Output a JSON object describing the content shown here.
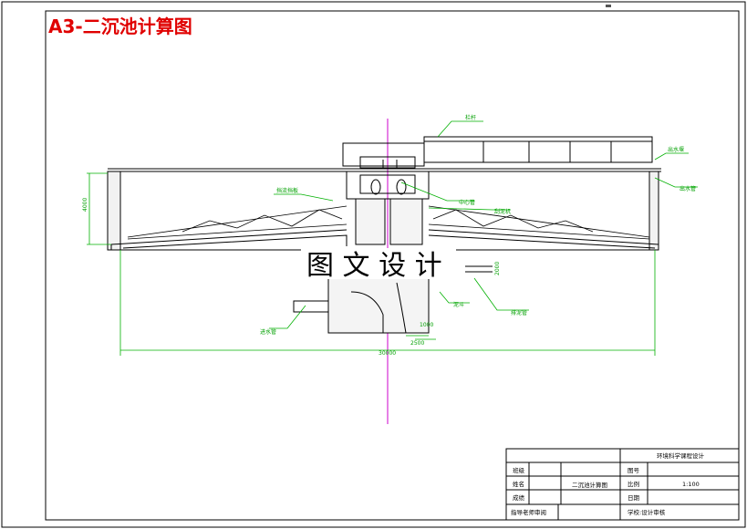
{
  "drawing": {
    "title": "A3-二沉池计算图",
    "watermark": "图 文 设 计",
    "colors": {
      "title": "#e00000",
      "outline": "#000000",
      "annotation": "#00b000",
      "centerline": "#cc00cc",
      "dimension": "#00b000"
    },
    "labels": {
      "bridge": "栏杆",
      "outlet_weir": "出水堰",
      "outlet_pipe": "出水管",
      "baffle": "挡流挡板",
      "center_pipe": "中心管",
      "scraper": "刮泥机",
      "sludge_hopper": "泥斗",
      "drain_pipe": "排泥管",
      "inlet_pipe": "进水管"
    },
    "dimensions": {
      "side_depth": "4000",
      "diameter": "30000",
      "pipe_offset": "2000",
      "hopper_depth": "1000",
      "hopper_width": "2500"
    }
  },
  "title_block": {
    "project": "环境科学课程设计",
    "drawing_name": "二沉池计算图",
    "rows": [
      {
        "label": "班级",
        "field": "图号",
        "value": ""
      },
      {
        "label": "姓名",
        "field": "比例",
        "value": "1:100"
      },
      {
        "label": "成绩",
        "field": "日期",
        "value": ""
      }
    ],
    "footer_left": "指导老师审阅",
    "footer_right": "学校:设计审核"
  }
}
